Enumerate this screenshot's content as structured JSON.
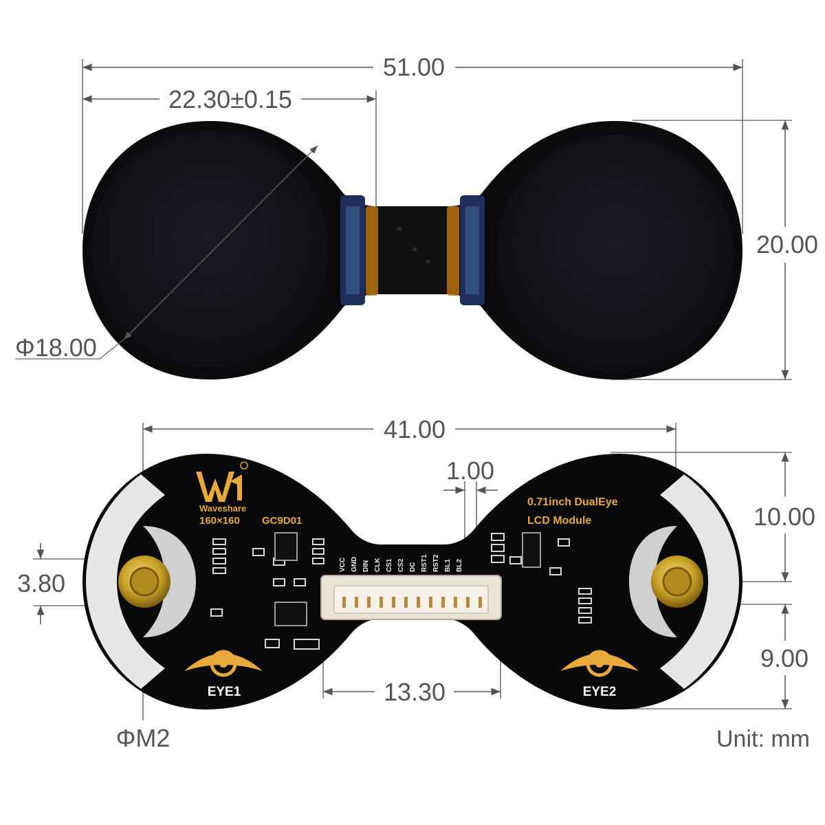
{
  "top_view": {
    "dim_overall_width": "51.00",
    "dim_first_width": "22.30±0.15",
    "dim_height": "20.00",
    "dim_diameter": "Φ18.00"
  },
  "bottom_view": {
    "dim_hole_spacing": "41.00",
    "dim_pin_pitch": "1.00",
    "dim_upper_height": "10.00",
    "dim_lower_height": "9.00",
    "dim_hole_offset": "3.80",
    "dim_connector_width": "13.30",
    "dim_hole_label": "ΦM2",
    "unit_label": "Unit: mm"
  },
  "pcb": {
    "brand": "Waveshare",
    "resolution": "160×160",
    "driver": "GC9D01",
    "title_line1": "0.71inch DualEye",
    "title_line2": "LCD Module",
    "eye_left": "EYE1",
    "eye_right": "EYE2",
    "pins": [
      "VCC",
      "GND",
      "DIN",
      "CLK",
      "CS1",
      "CS2",
      "DC",
      "RST1",
      "RST2",
      "BL1",
      "BL2"
    ]
  },
  "colors": {
    "dimension": "#555555",
    "board": "#0a0a0c",
    "screen": "#16141c",
    "silkscreen_gold": "#e7a93b",
    "silkscreen_white": "#ffffff",
    "gold_plating": "#c9a227"
  }
}
